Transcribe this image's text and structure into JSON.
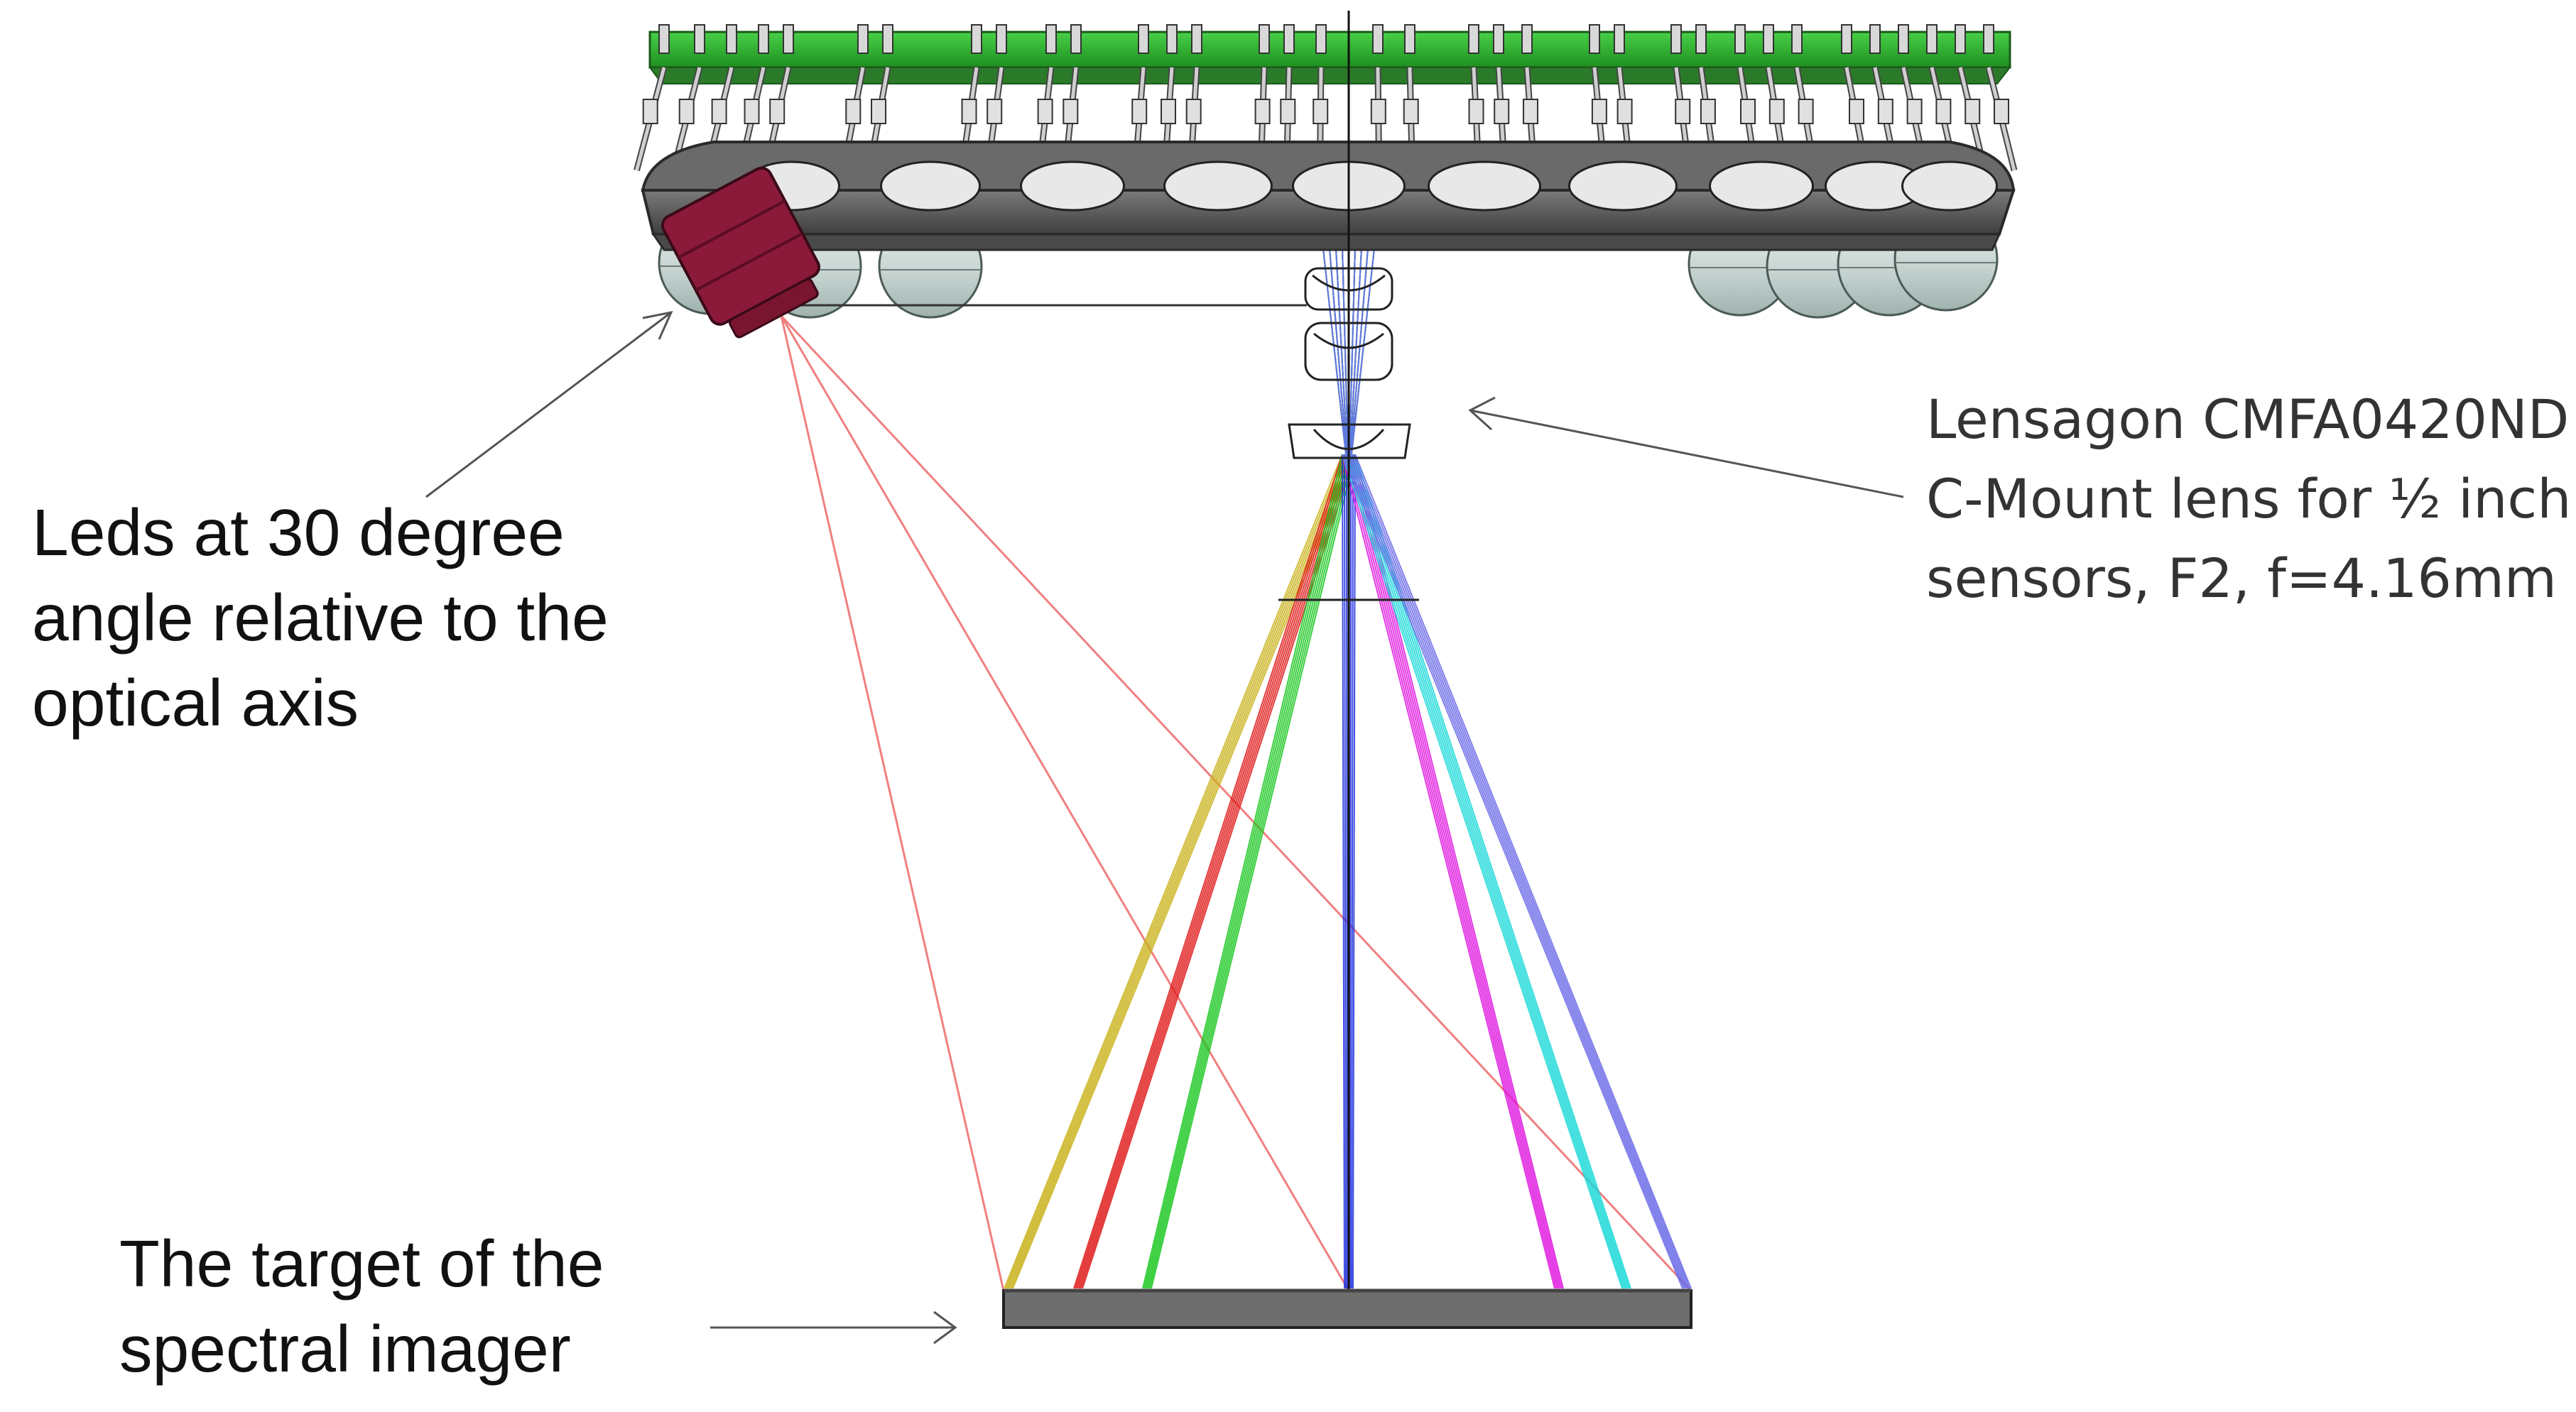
{
  "labels": {
    "leds": "Leds at 30 degree\nangle relative to the\noptical axis",
    "lens": "Lensagon CMFA0420ND\nC-Mount lens for ½ inch\nsensors, F2, f=4.16mm",
    "target": "The target of the\nspectral imager"
  },
  "colors": {
    "pcb": "#2db82d",
    "housing": "#5a5a5a",
    "led": "#8b1a3a",
    "lens_dome": "#c9d6d3",
    "target": "#6e6e6e",
    "led_rays": "#f08080",
    "arrows": "#555555"
  },
  "ray_colors": [
    "#c9b21a",
    "#e01818",
    "#19c71f",
    "#1f2fe0",
    "#e018e0",
    "#19d9d9",
    "#6a6ae8"
  ]
}
